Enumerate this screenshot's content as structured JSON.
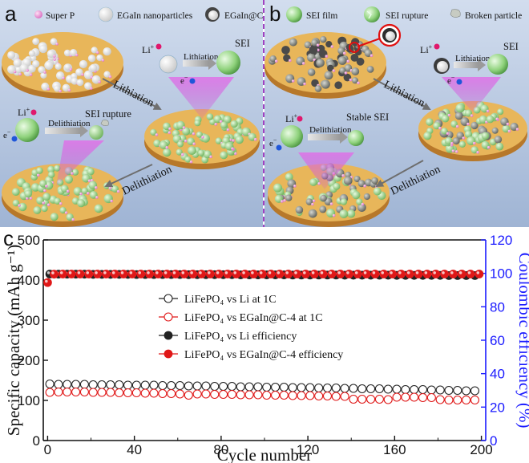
{
  "panels": {
    "a": {
      "letter": "a",
      "legend": [
        "Super P",
        "EGaIn nanoparticles",
        "EGaIn@C"
      ],
      "labels": {
        "lithiation_arrow": "Lithiation",
        "delithiation_arrow": "Delithiation",
        "process_lithiation": "Lithiation",
        "process_delithiation": "Delithiation",
        "sei": "SEI",
        "sei_rupture": "SEI rupture",
        "li_ion": "Li",
        "li_sup": "+",
        "electron": "e",
        "electron_sup": "−"
      }
    },
    "b": {
      "letter": "b",
      "legend": [
        "SEI film",
        "SEI rupture",
        "Broken particle"
      ],
      "labels": {
        "lithiation_arrow": "Lithiation",
        "delithiation_arrow": "Delithiation",
        "process_lithiation": "Lithiation",
        "process_delithiation": "Delithiation",
        "sei": "SEI",
        "stable_sei": "Stable SEI",
        "li_ion": "Li",
        "li_sup": "+",
        "electron": "e",
        "electron_sup": "−"
      }
    },
    "c": {
      "letter": "c"
    }
  },
  "colors": {
    "background_top": "#c5d3e8",
    "background_bottom": "#9eb3d3",
    "disc_top": "#e9b75a",
    "disc_side": "#b8792a",
    "particle_white": "#f2f2f2",
    "particle_green": "#a9d89a",
    "particle_gray": "#8c8f88",
    "super_p": "#ee9ad8",
    "beam": "#d85ce0",
    "divider": "#a040c0",
    "chart_black": "#222222",
    "chart_red": "#e01818",
    "right_axis": "#1a1aff"
  },
  "chart_data": {
    "type": "scatter",
    "xlabel": "Cycle number",
    "ylabel": "Specific capacity (mAh g⁻¹)",
    "y2label": "Coulombic efficiency (%)",
    "xlim": [
      -2,
      202
    ],
    "ylim": [
      0,
      500
    ],
    "y2lim": [
      0,
      120
    ],
    "xticks": [
      0,
      40,
      80,
      120,
      160,
      200
    ],
    "yticks": [
      0,
      100,
      200,
      300,
      400,
      500
    ],
    "y2ticks": [
      0,
      20,
      40,
      60,
      80,
      100,
      120
    ],
    "legend_position": "center-left",
    "series": [
      {
        "name": "LiFePO₄ vs Li at 1C",
        "axis": "left",
        "marker": "open",
        "color": "#222222",
        "x": [
          1,
          5,
          9,
          13,
          17,
          21,
          25,
          29,
          33,
          37,
          41,
          45,
          49,
          53,
          57,
          61,
          65,
          69,
          73,
          77,
          81,
          85,
          89,
          93,
          97,
          101,
          105,
          109,
          113,
          117,
          121,
          125,
          129,
          133,
          137,
          141,
          145,
          149,
          153,
          157,
          161,
          165,
          169,
          173,
          177,
          181,
          185,
          189,
          193,
          197
        ],
        "values": [
          141,
          140,
          140,
          140,
          140,
          139,
          139,
          139,
          139,
          138,
          138,
          138,
          138,
          137,
          137,
          137,
          136,
          136,
          136,
          135,
          135,
          135,
          134,
          134,
          134,
          133,
          133,
          133,
          132,
          132,
          132,
          131,
          131,
          131,
          130,
          130,
          129,
          129,
          129,
          128,
          128,
          127,
          127,
          127,
          126,
          126,
          125,
          125,
          124,
          124
        ]
      },
      {
        "name": "LiFePO₄ vs EGaIn@C-4 at 1C",
        "axis": "left",
        "marker": "open",
        "color": "#e01818",
        "x": [
          1,
          5,
          9,
          13,
          17,
          21,
          25,
          29,
          33,
          37,
          41,
          45,
          49,
          53,
          57,
          61,
          65,
          69,
          73,
          77,
          81,
          85,
          89,
          93,
          97,
          101,
          105,
          109,
          113,
          117,
          121,
          125,
          129,
          133,
          137,
          141,
          145,
          149,
          153,
          157,
          161,
          165,
          169,
          173,
          177,
          181,
          185,
          189,
          193,
          197
        ],
        "values": [
          120,
          121,
          121,
          121,
          121,
          120,
          120,
          120,
          119,
          119,
          119,
          118,
          118,
          117,
          117,
          116,
          113,
          116,
          116,
          115,
          115,
          115,
          114,
          114,
          114,
          113,
          113,
          113,
          112,
          112,
          112,
          111,
          111,
          110,
          110,
          103,
          103,
          103,
          103,
          102,
          108,
          108,
          108,
          107,
          107,
          102,
          101,
          101,
          101,
          101
        ]
      },
      {
        "name": "LiFePO₄ vs Li efficiency",
        "axis": "right",
        "marker": "filled",
        "color": "#222222",
        "x": [
          1,
          5,
          9,
          13,
          17,
          21,
          25,
          29,
          33,
          37,
          41,
          45,
          49,
          53,
          57,
          61,
          65,
          69,
          73,
          77,
          81,
          85,
          89,
          93,
          97,
          101,
          105,
          109,
          113,
          117,
          121,
          125,
          129,
          133,
          137,
          141,
          145,
          149,
          153,
          157,
          161,
          165,
          169,
          173,
          177,
          181,
          185,
          189,
          193,
          197
        ],
        "values": [
          99.6,
          99.5,
          99.5,
          99.5,
          99.5,
          99.4,
          99.4,
          99.4,
          99.4,
          99.4,
          99.3,
          99.3,
          99.3,
          99.3,
          99.3,
          99.3,
          99.2,
          99.2,
          99.2,
          99.2,
          99.2,
          99.2,
          99.1,
          99.1,
          99.1,
          99.1,
          99.1,
          99.1,
          99.0,
          99.0,
          99.0,
          99.0,
          99.0,
          99.0,
          98.9,
          98.9,
          98.9,
          98.9,
          98.9,
          98.9,
          98.8,
          98.8,
          98.8,
          98.8,
          98.8,
          98.8,
          98.7,
          98.7,
          98.7,
          98.7
        ]
      },
      {
        "name": "LiFePO₄ vs EGaIn@C-4 efficiency",
        "axis": "right",
        "marker": "filled",
        "color": "#e01818",
        "x": [
          0,
          3,
          7,
          11,
          15,
          19,
          23,
          27,
          31,
          35,
          39,
          43,
          47,
          51,
          55,
          59,
          63,
          67,
          71,
          75,
          79,
          83,
          87,
          91,
          95,
          99,
          103,
          107,
          111,
          115,
          119,
          123,
          127,
          131,
          135,
          139,
          143,
          147,
          151,
          155,
          159,
          163,
          167,
          171,
          175,
          179,
          183,
          187,
          191,
          195,
          199
        ],
        "values": [
          94.5,
          99.5,
          99.6,
          99.6,
          99.6,
          99.6,
          99.6,
          99.6,
          99.6,
          99.6,
          99.6,
          99.6,
          99.6,
          99.6,
          99.6,
          99.6,
          99.6,
          99.6,
          99.6,
          99.6,
          99.6,
          99.6,
          99.6,
          99.6,
          99.6,
          99.6,
          99.6,
          99.6,
          99.6,
          99.6,
          99.6,
          99.6,
          99.6,
          99.6,
          99.6,
          99.6,
          99.6,
          99.6,
          99.6,
          99.6,
          99.6,
          99.6,
          99.6,
          99.6,
          99.6,
          99.6,
          99.6,
          99.6,
          99.6,
          99.6,
          99.6
        ]
      }
    ]
  }
}
